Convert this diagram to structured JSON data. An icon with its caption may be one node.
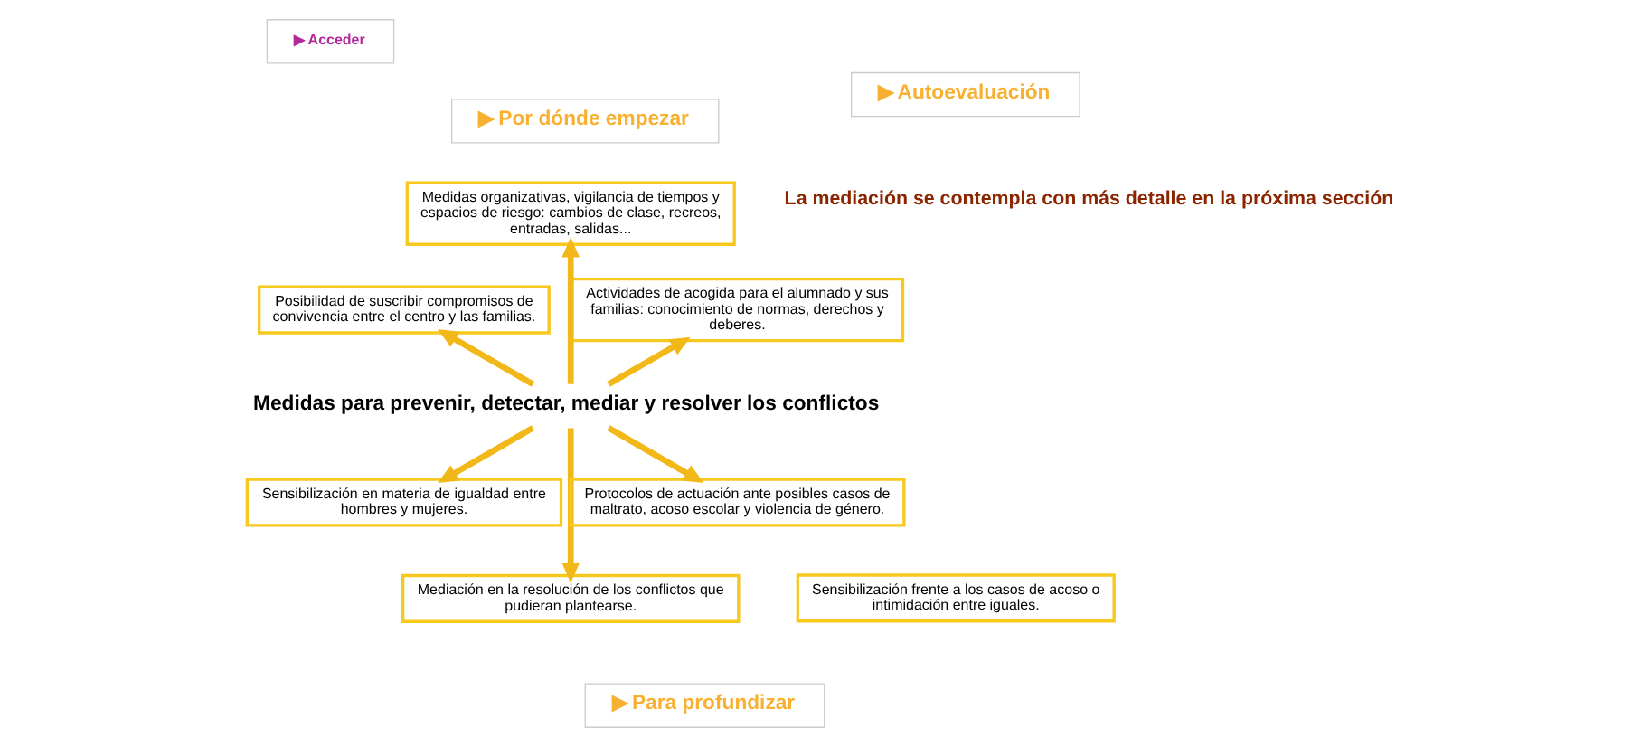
{
  "diagram": {
    "nodes": [
      {
        "text": [
          "Medidas para prevenir, detectar, mediar y resolver los conflictos"
        ]
      },
      {
        "text": [
          "Actividades de acogida para el alumnado y sus familias: conocimiento de normas, derechos y deberes."
        ]
      },
      {
        "text": [
          "Medidas organizativas, vigilancia de tiempos y espacios de riesgo: cambios de clase, recreos, entradas, salidas..."
        ]
      },
      {
        "text": [
          "Sensibilización frente a los casos de acoso o intimidación entre iguales."
        ]
      },
      {
        "text": [
          "Posibilidad de suscribir compromisos de convivencia entre el centro y las familias."
        ]
      },
      {
        "text": [
          "Sensibilización en materia de igualdad entre hombres y mujeres."
        ]
      },
      {
        "text": [
          "Mediación en la resolución de los conflictos que pudieran plantearse."
        ]
      },
      {
        "text": [
          "Protocolos de actuación ante posibles casos de maltrato, acoso escolar y violencia de género."
        ]
      }
    ],
    "edges": [
      {
        "from": 0,
        "to": 1,
        "arrow": "to"
      },
      {
        "from": 0,
        "to": 2,
        "arrow": "to"
      },
      {
        "from": 0,
        "to": 4,
        "arrow": "to"
      },
      {
        "from": 0,
        "to": 5,
        "arrow": "to"
      },
      {
        "from": 0,
        "to": 7,
        "arrow": "to"
      },
      {
        "from": 0,
        "to": 6,
        "arrow": "to"
      }
    ],
    "labels": [
      "La mediación se contempla con más detalle en la próxima sección",
      "▶ Acceder",
      "▶ Por dónde empezar",
      "▶ Autoevaluación",
      "▶ Para profundizar"
    ]
  }
}
